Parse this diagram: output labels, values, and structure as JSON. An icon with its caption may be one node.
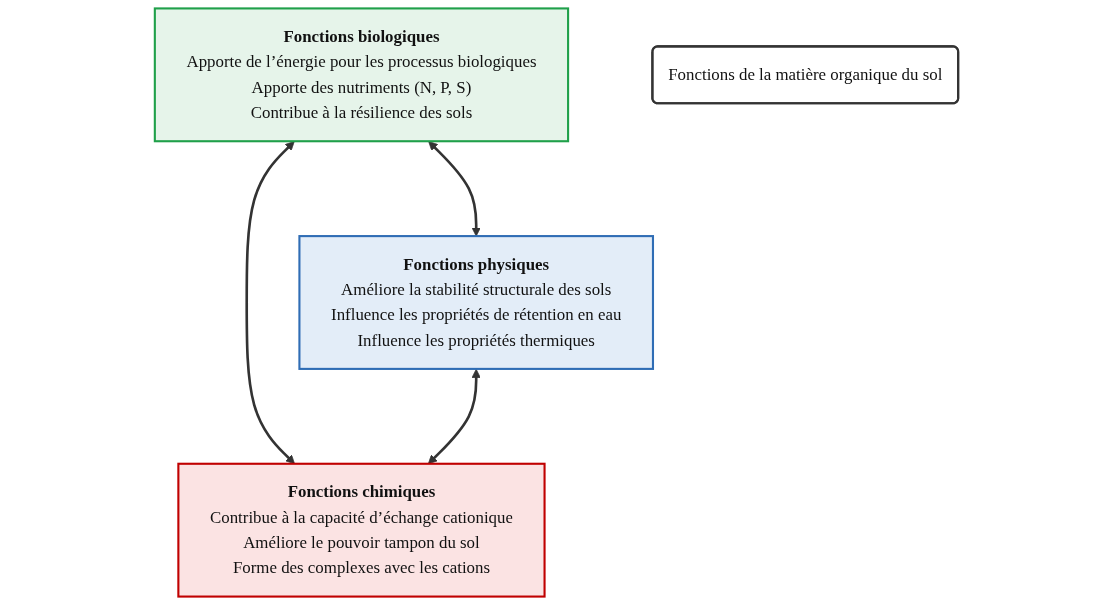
{
  "diagram": {
    "nodes": [
      {
        "text": [
          "Fonctions biologiques",
          "Apporte de l’énergie pour les processus biologiques",
          "Apporte des nutriments (N, P, S)",
          "Contribue à la résilience des sols"
        ]
      },
      {
        "text": [
          "Fonctions de la matière organique du sol"
        ]
      },
      {
        "text": [
          "Fonctions physiques",
          "Améliore la stabilité structurale des sols",
          "Influence les propriétés de rétention en eau",
          "Influence les propriétés thermiques"
        ]
      },
      {
        "text": [
          "Fonctions chimiques",
          "Contribue à la capacité d’échange cationique",
          "Améliore le pouvoir tampon du sol",
          "Forme des complexes avec les cations"
        ]
      }
    ],
    "edges": [
      {
        "from": 0,
        "to": 2,
        "arrow": "both"
      },
      {
        "from": 0,
        "to": 3,
        "arrow": "both"
      },
      {
        "from": 2,
        "to": 3,
        "arrow": "both"
      }
    ]
  }
}
